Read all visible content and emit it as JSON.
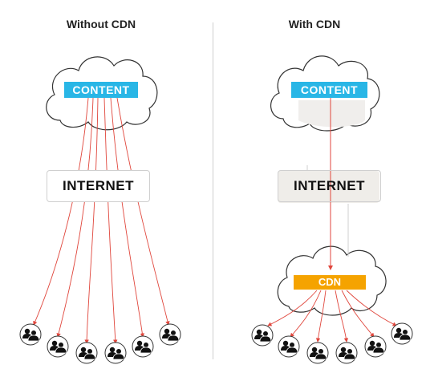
{
  "left_panel": {
    "title": "Without CDN",
    "content_label": "CONTENT",
    "internet_label": "INTERNET"
  },
  "right_panel": {
    "title": "With CDN",
    "content_label": "CONTENT",
    "internet_label": "INTERNET",
    "cdn_label": "CDN"
  },
  "colors": {
    "content": "#29b6e6",
    "cdn": "#f5a300",
    "arrow": "#e0463c"
  },
  "icons": {
    "user_group": "users-icon"
  }
}
